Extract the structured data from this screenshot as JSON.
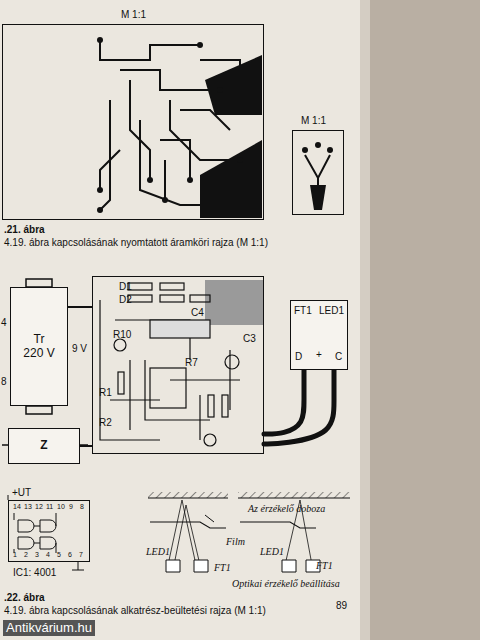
{
  "diagram": {
    "nodes": [
      {
        "text": [
          "M 1:1"
        ]
      },
      {
        "text": [
          "M 1:1"
        ]
      },
      {
        "text": [
          "Tr",
          "220 V"
        ]
      },
      {
        "text": [
          "D1",
          "D2",
          "C4",
          "R10",
          "C3",
          "R7",
          "R1",
          "R2"
        ]
      },
      {
        "text": [
          "Z"
        ]
      },
      {
        "text": [
          "FT1",
          "LED1",
          "D",
          "+",
          "C"
        ]
      },
      {
        "text": [
          "IC1: 4001"
        ]
      }
    ],
    "edges": [
      {
        "from": 2,
        "to": 3,
        "arrow": "none"
      },
      {
        "from": 4,
        "to": 3,
        "arrow": "none"
      },
      {
        "from": 3,
        "to": 5,
        "arrow": "none"
      },
      {
        "from": 3,
        "to": 5,
        "arrow": "none"
      }
    ],
    "labels": [
      ".21. ábra",
      "4.19. ábra kapcsolásának nyomtatott áramköri rajza (M 1:1)",
      "4",
      "8",
      "9 V",
      "+UT",
      "14",
      "13",
      "12",
      "11",
      "10",
      "9",
      "8",
      "1",
      "2",
      "3",
      "4",
      "5",
      "6",
      "7",
      "Az érzékelő doboza",
      "Film",
      "LED1",
      "FT1",
      "LED1",
      "FT1",
      "Optikai érzékelő beállítása",
      ".22. ábra",
      "4.19. ábra kapcsolásának alkatrész-beültetési rajza (M 1:1)",
      "89",
      "Antikvárium.hu"
    ]
  }
}
